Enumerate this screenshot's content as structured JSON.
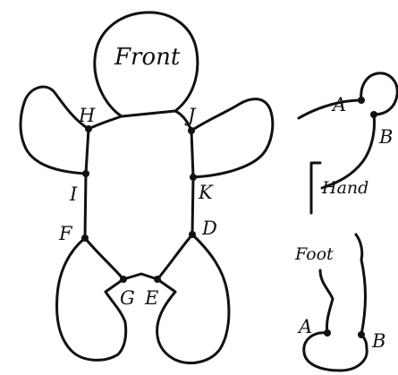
{
  "front_view": {
    "title": "Front",
    "points": {
      "H": "H",
      "J": "J",
      "I": "I",
      "K": "K",
      "F": "F",
      "D": "D",
      "G": "G",
      "E": "E"
    }
  },
  "hand_view": {
    "title": "Hand",
    "points": {
      "A": "A",
      "B": "B"
    }
  },
  "foot_view": {
    "title": "Foot",
    "points": {
      "A": "A",
      "B": "B"
    }
  },
  "colors": {
    "ink": "#111111",
    "background": "#ffffff"
  }
}
